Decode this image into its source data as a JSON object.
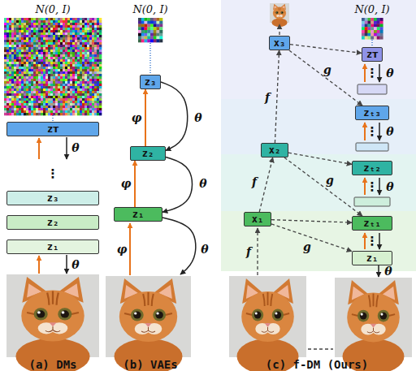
{
  "diagram": {
    "nodes": [
      {
        "text": [
          "zᴛ"
        ]
      },
      {
        "text": [
          "z₃"
        ]
      },
      {
        "text": [
          "z₂"
        ]
      },
      {
        "text": [
          "z₁"
        ]
      },
      {
        "text": [
          "z₃"
        ]
      },
      {
        "text": [
          "z₂"
        ]
      },
      {
        "text": [
          "z₁"
        ]
      },
      {
        "text": [
          "x₃"
        ]
      },
      {
        "text": [
          "x₂"
        ]
      },
      {
        "text": [
          "x₁"
        ]
      },
      {
        "text": [
          "zᴛ"
        ]
      },
      {
        "text": [
          "zₜ₃"
        ]
      },
      {
        "text": [
          "zₜ₂"
        ]
      },
      {
        "text": [
          "zₜ₁"
        ]
      },
      {
        "text": [
          "z₁"
        ]
      }
    ],
    "edges": [
      {
        "from": 6,
        "to": 5,
        "arrow": "to",
        "label": "φ"
      },
      {
        "from": 5,
        "to": 4,
        "arrow": "to",
        "label": "φ"
      },
      {
        "from": 4,
        "to": 5,
        "arrow": "to",
        "label": "θ"
      },
      {
        "from": 5,
        "to": 6,
        "arrow": "to",
        "label": "θ"
      },
      {
        "from": 9,
        "to": 8,
        "arrow": "to",
        "label": "f"
      },
      {
        "from": 8,
        "to": 7,
        "arrow": "to",
        "label": "f"
      },
      {
        "from": 7,
        "to": 10,
        "arrow": "to"
      },
      {
        "from": 7,
        "to": 11,
        "arrow": "to",
        "label": "g"
      },
      {
        "from": 8,
        "to": 12,
        "arrow": "to"
      },
      {
        "from": 8,
        "to": 13,
        "arrow": "to",
        "label": "g"
      },
      {
        "from": 9,
        "to": 13,
        "arrow": "to"
      },
      {
        "from": 9,
        "to": 14,
        "arrow": "to",
        "label": "g"
      }
    ],
    "labels": [
      "N(0, I)",
      "N(0, I)",
      "N(0, I)",
      "⋮",
      "θ",
      "θ",
      "φ",
      "θ",
      "f",
      "⋮",
      "θ",
      "⋮",
      "θ",
      "⋮",
      "θ",
      "⋮",
      "θ",
      "(a) DMs",
      "(b) VAEs",
      "(c) f-DM (Ours)"
    ]
  }
}
